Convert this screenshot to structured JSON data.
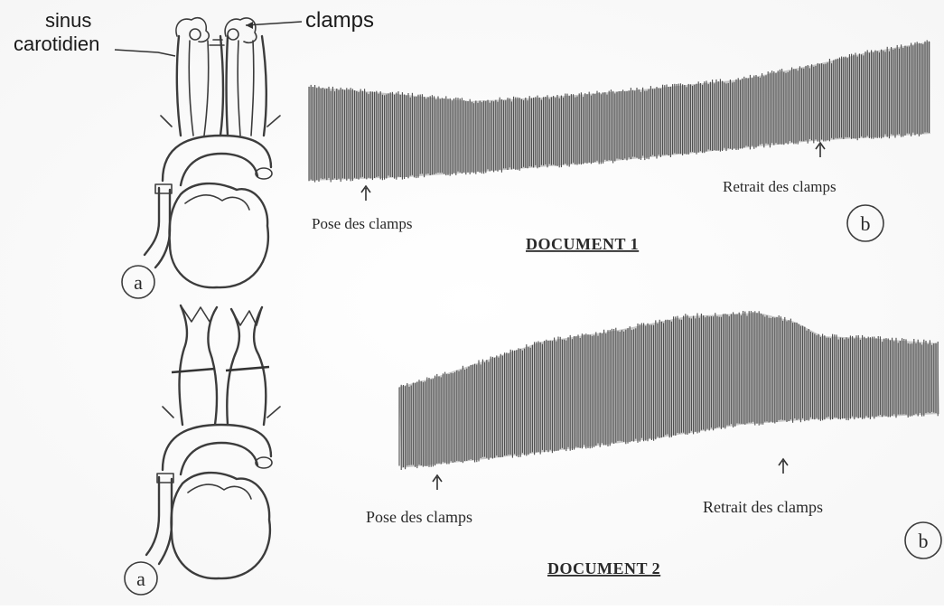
{
  "labels": {
    "sinus_carotidien_1": "sinus",
    "sinus_carotidien_2": "carotidien",
    "clamps": "clamps"
  },
  "document1": {
    "title": "DOCUMENT 1",
    "pose_label": "Pose des clamps",
    "retrait_label": "Retrait des clamps",
    "marker_a": "a",
    "marker_b": "b"
  },
  "document2": {
    "title": "DOCUMENT 2",
    "pose_label": "Pose des clamps",
    "retrait_label": "Retrait des clamps",
    "marker_a": "a",
    "marker_b": "b"
  },
  "colors": {
    "ink": "#3c3c3c",
    "trace": "#4a4a4a",
    "paper": "#ffffff"
  }
}
